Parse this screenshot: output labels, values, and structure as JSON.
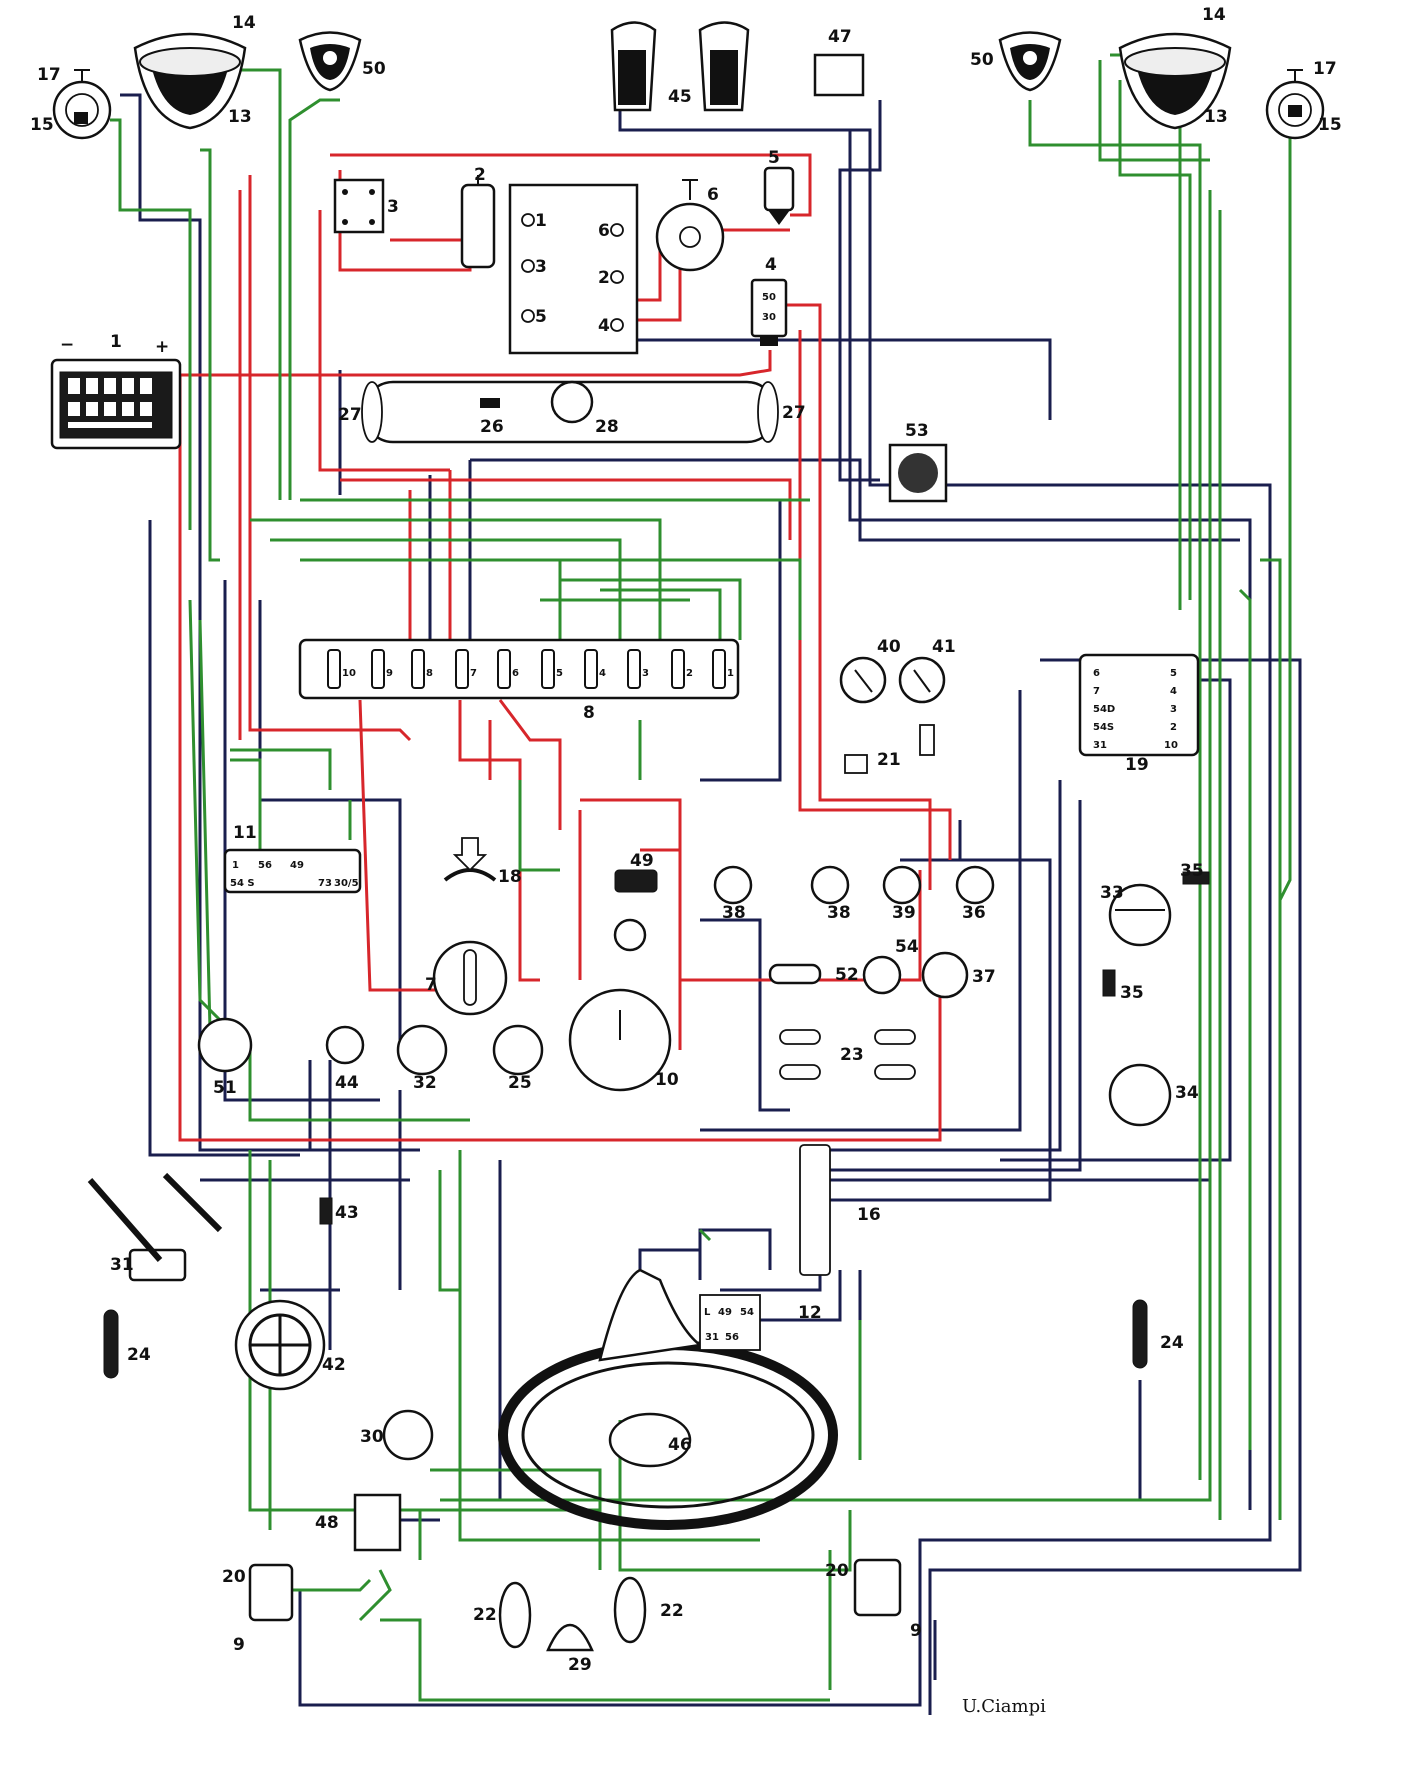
{
  "diagram": {
    "component_labels": [
      "1",
      "2",
      "3",
      "4",
      "5",
      "6",
      "7",
      "8",
      "9",
      "10",
      "11",
      "12",
      "13",
      "14",
      "15",
      "16",
      "17",
      "18",
      "19",
      "20",
      "21",
      "22",
      "23",
      "24",
      "25",
      "26",
      "27",
      "28",
      "29",
      "30",
      "31",
      "32",
      "33",
      "34",
      "35",
      "36",
      "37",
      "38",
      "39",
      "40",
      "41",
      "42",
      "43",
      "44",
      "45",
      "46",
      "47",
      "48",
      "49",
      "50",
      "51",
      "52",
      "53",
      "54"
    ],
    "battery": {
      "label": "1",
      "minus": "−",
      "plus": "+"
    },
    "signature": "U.Ciampi",
    "terminal_labels": {
      "switch_19": [
        "6",
        "7",
        "54D",
        "54S",
        "31",
        "5",
        "4",
        "3",
        "2",
        "10"
      ],
      "switch_12": [
        "L",
        "49",
        "54",
        "31",
        "56"
      ],
      "switch_11": [
        "1",
        "56",
        "49",
        "73",
        "30/5",
        "54 S"
      ],
      "regulator_4": [
        "50",
        "30"
      ],
      "distributor_6": [
        "1",
        "3",
        "5",
        "6",
        "2",
        "4"
      ],
      "fusebox_8": [
        "10",
        "9",
        "8",
        "7",
        "6",
        "5",
        "4",
        "3",
        "2",
        "1"
      ]
    },
    "colors": {
      "red_wire": "#d7262b",
      "green_wire": "#2f8f2f",
      "blue_wire": "#1a1e4e"
    }
  }
}
